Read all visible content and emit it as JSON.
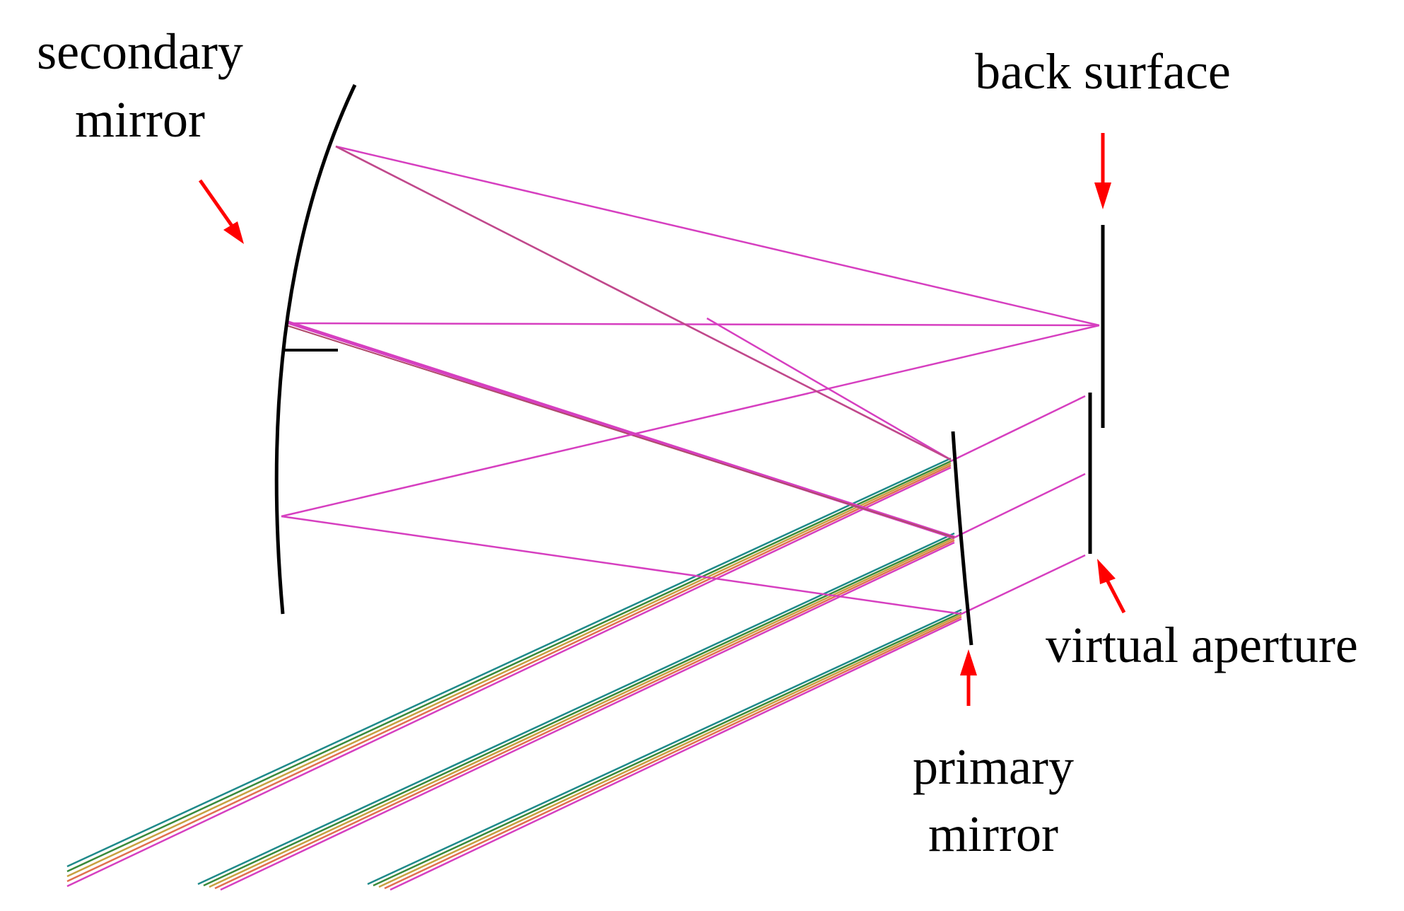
{
  "diagram": {
    "labels": {
      "secondary_mirror_line1": "secondary",
      "secondary_mirror_line2": "mirror",
      "back_surface": "back surface",
      "virtual_aperture": "virtual aperture",
      "primary_mirror_line1": "primary",
      "primary_mirror_line2": "mirror"
    },
    "colors": {
      "optics": "#000000",
      "arrows": "#ff0000",
      "rays": "#d63fc0",
      "ray_bundle": [
        "#1f8a8a",
        "#3a8a3a",
        "#c8a040",
        "#e07050",
        "#d63fc0"
      ]
    },
    "components": [
      "secondary-mirror",
      "primary-mirror",
      "back-surface",
      "virtual-aperture"
    ]
  }
}
